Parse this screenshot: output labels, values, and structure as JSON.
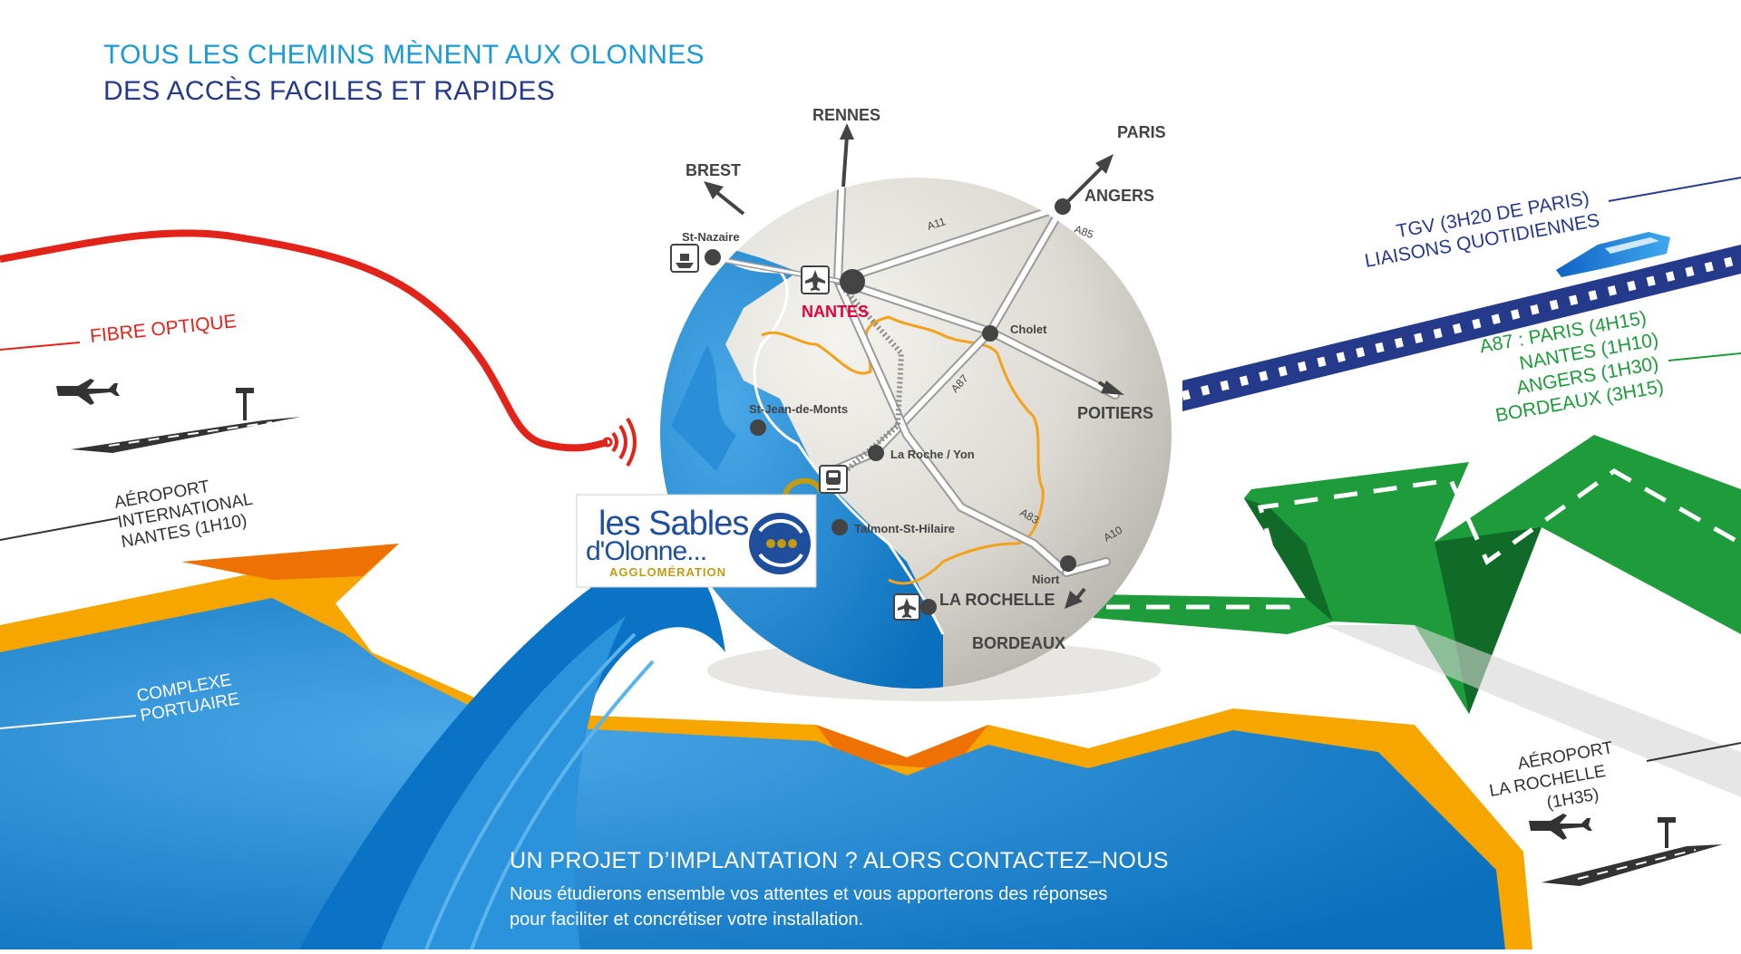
{
  "headline": {
    "line1": "TOUS LES CHEMINS MÈNENT AUX OLONNES",
    "line2": "DES ACCÈS FACILES ET RAPIDES"
  },
  "left_labels": {
    "fibre": "FIBRE OPTIQUE",
    "airport_nantes": [
      "AÉROPORT",
      "INTERNATIONAL",
      "NANTES (1H10)"
    ],
    "port": [
      "COMPLEXE",
      "PORTUAIRE"
    ]
  },
  "right_labels": {
    "tgv": [
      "TGV (3H20 DE PARIS)",
      "LIAISONS  QUOTIDIENNES"
    ],
    "a87": [
      "A87 :  PARIS (4H15)",
      "NANTES (1H10)",
      "ANGERS (1H30)",
      "BORDEAUX  (3H15)"
    ],
    "airport_larochelle": [
      "AÉROPORT",
      "LA ROCHELLE",
      "(1H35)"
    ]
  },
  "map": {
    "directions": [
      "RENNES",
      "PARIS",
      "BREST",
      "POITIERS",
      "BORDEAUX"
    ],
    "main_cities": [
      "NANTES",
      "ANGERS",
      "LA ROCHELLE"
    ],
    "towns": [
      "St-Nazaire",
      "Cholet",
      "St-Jean-de-Monts",
      "La Roche / Yon",
      "Talmont-St-Hilaire",
      "Niort"
    ],
    "roads": [
      "A11",
      "A85",
      "A87",
      "A83",
      "A10"
    ]
  },
  "logo": {
    "line1": "les Sables",
    "line2": "d'Olonne...",
    "line3": "AGGLOMÉRATION"
  },
  "cta": {
    "title": "UN PROJET D’IMPLANTATION ? ALORS CONTACTEZ–NOUS",
    "line1": "Nous étudierons ensemble vos attentes et vous apporterons des réponses",
    "line2": "pour faciliter et concrétiser votre installation."
  },
  "colors": {
    "title_light_blue": "#1a9ad6",
    "title_dark_blue": "#263a8c",
    "fibre_red": "#e2231a",
    "sea_blue": "#0b78c8",
    "shore_orange": "#f7a600",
    "road_green": "#1e9b3a",
    "nantes_red": "#e4003a",
    "road_label_dark": "#444444",
    "region_border": "#f3a21b"
  }
}
